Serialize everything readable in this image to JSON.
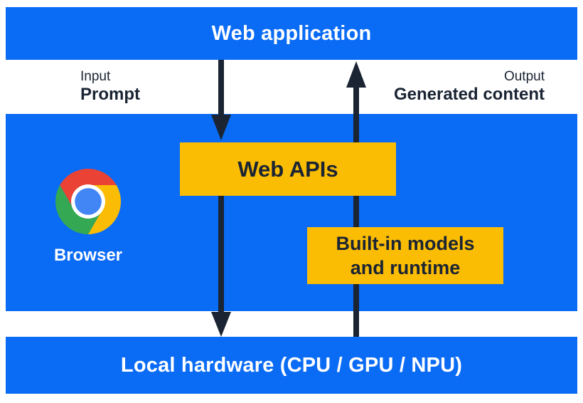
{
  "diagram": {
    "application": {
      "label": "Web application"
    },
    "flow": {
      "input": {
        "kind": "Input",
        "value": "Prompt"
      },
      "output": {
        "kind": "Output",
        "value": "Generated content"
      }
    },
    "browser": {
      "label": "Browser",
      "icon": "chrome-icon"
    },
    "boxes": {
      "web_apis": {
        "label": "Web APIs"
      },
      "builtin": {
        "line1": "Built-in models",
        "line2": "and runtime"
      }
    },
    "hardware": {
      "label": "Local hardware (CPU / GPU / NPU)"
    },
    "colors": {
      "band_blue": "#0a6bf5",
      "box_yellow": "#fbbc04",
      "ink_navy": "#1a2433",
      "text_white": "#ffffff",
      "chrome_red": "#ea4335",
      "chrome_green": "#34a853",
      "chrome_yellow": "#fbbc05",
      "chrome_blue": "#4285f4"
    }
  }
}
